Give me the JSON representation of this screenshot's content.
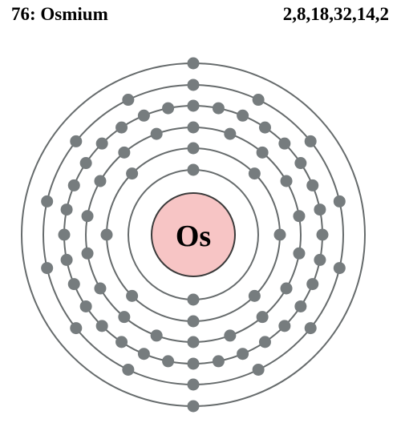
{
  "header": {
    "element": "76: Osmium",
    "configuration": "2,8,18,32,14,2"
  },
  "nucleus": {
    "symbol": "Os"
  },
  "shells": [
    {
      "electrons": 2
    },
    {
      "electrons": 8
    },
    {
      "electrons": 18
    },
    {
      "electrons": 32
    },
    {
      "electrons": 14
    },
    {
      "electrons": 2
    }
  ],
  "colors": {
    "nucleus_fill": "#f7c5c5",
    "nucleus_stroke": "#3a3a3a",
    "orbit_stroke": "#666b6c",
    "electron_fill": "#767c7e"
  }
}
